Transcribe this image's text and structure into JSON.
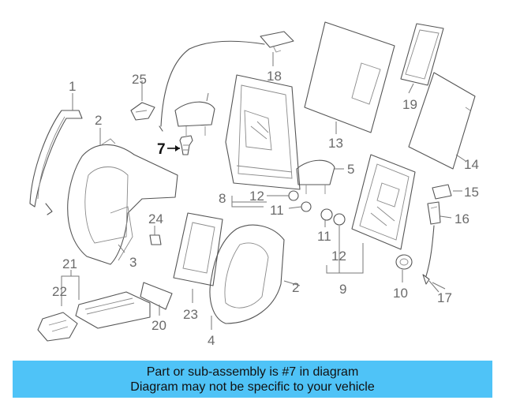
{
  "diagram": {
    "highlight_label": "7",
    "labels": {
      "l1": "1",
      "l2a": "2",
      "l2b": "2",
      "l3": "3",
      "l4": "4",
      "l5": "5",
      "l8": "8",
      "l9": "9",
      "l10": "10",
      "l11a": "11",
      "l11b": "11",
      "l12a": "12",
      "l12b": "12",
      "l13": "13",
      "l14": "14",
      "l15": "15",
      "l16": "16",
      "l17": "17",
      "l18": "18",
      "l19": "19",
      "l20": "20",
      "l21": "21",
      "l22": "22",
      "l23": "23",
      "l24": "24",
      "l25": "25"
    }
  },
  "banner": {
    "line1": "Part or sub-assembly is #7 in diagram",
    "line2": "Diagram may not be specific to your vehicle",
    "background": "#4fc3f7"
  }
}
